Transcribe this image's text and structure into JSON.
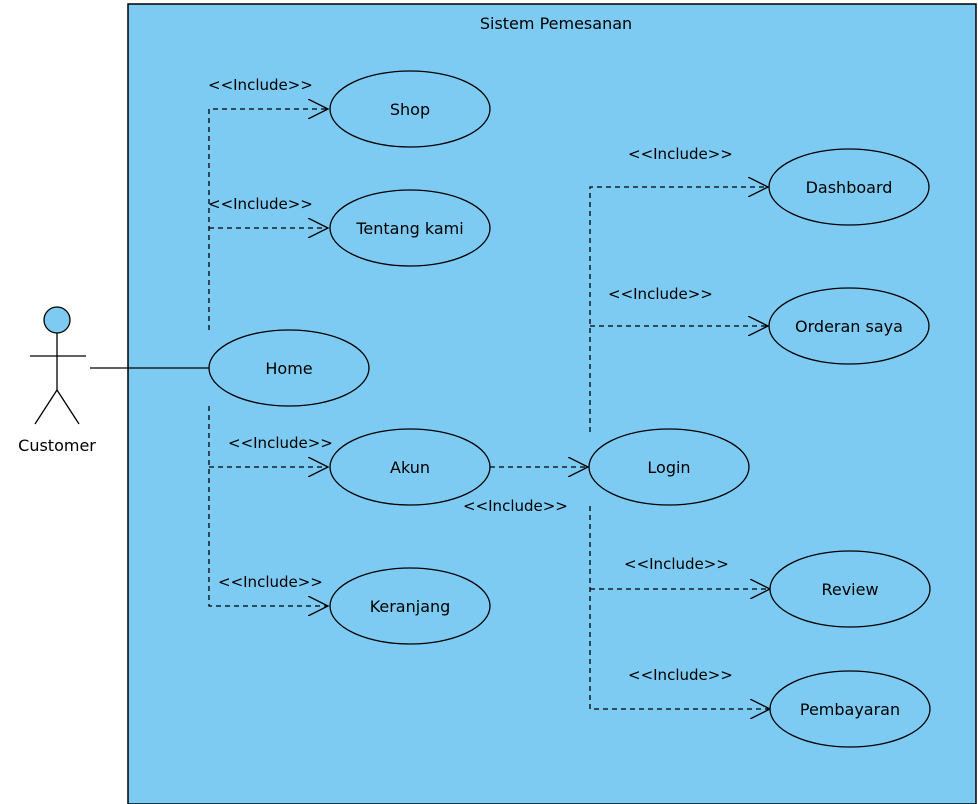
{
  "system": {
    "title": "Sistem Pemesanan",
    "fill_color": "#7dcbf2",
    "stroke_color": "#000000"
  },
  "actor": {
    "name": "Customer",
    "head_color": "#7dcbf2"
  },
  "use_cases": {
    "shop": "Shop",
    "tentang": "Tentang kami",
    "home": "Home",
    "akun": "Akun",
    "keranjang": "Keranjang",
    "login": "Login",
    "dashboard": "Dashboard",
    "orderan": "Orderan saya",
    "review": "Review",
    "pembayaran": "Pembayaran"
  },
  "relations": {
    "include_label": "<<Include>>"
  }
}
